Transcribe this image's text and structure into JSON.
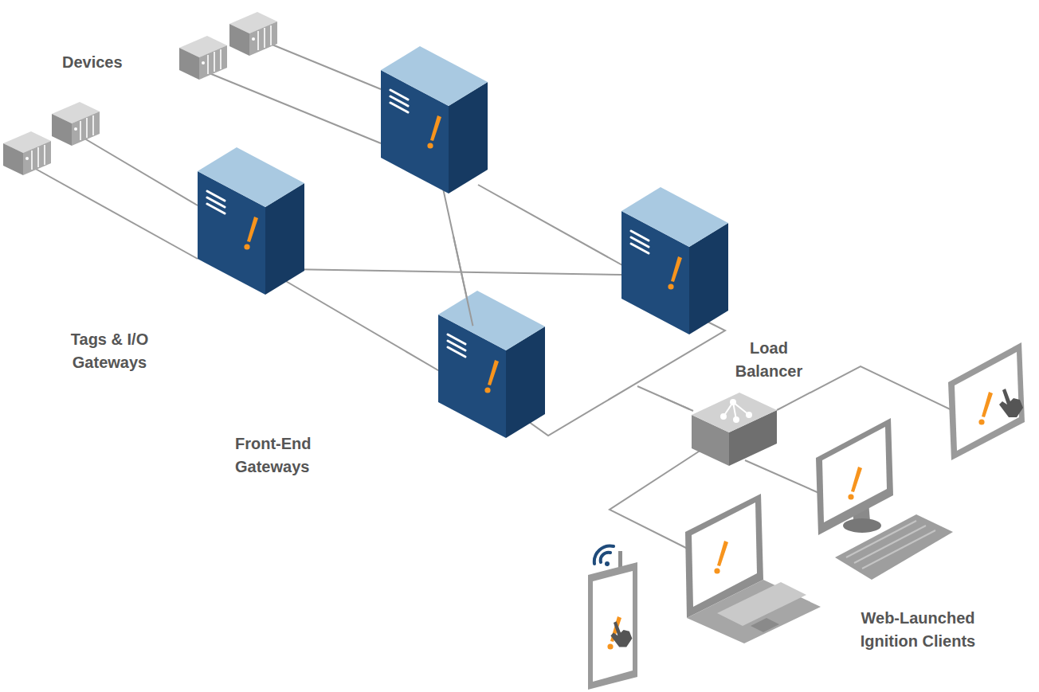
{
  "diagram": {
    "nodes": [
      {
        "text": [
          "Tags & I/O Gateways"
        ]
      },
      {
        "text": [
          "Front-End Gateways"
        ]
      },
      {
        "text": [
          "Load Balancer"
        ]
      }
    ],
    "edges": [
      {
        "from": 0,
        "to": 1,
        "arrow": "none"
      },
      {
        "from": 1,
        "to": 2,
        "arrow": "none"
      }
    ],
    "labels": [
      "Devices",
      "Web-Launched Ignition Clients"
    ]
  }
}
